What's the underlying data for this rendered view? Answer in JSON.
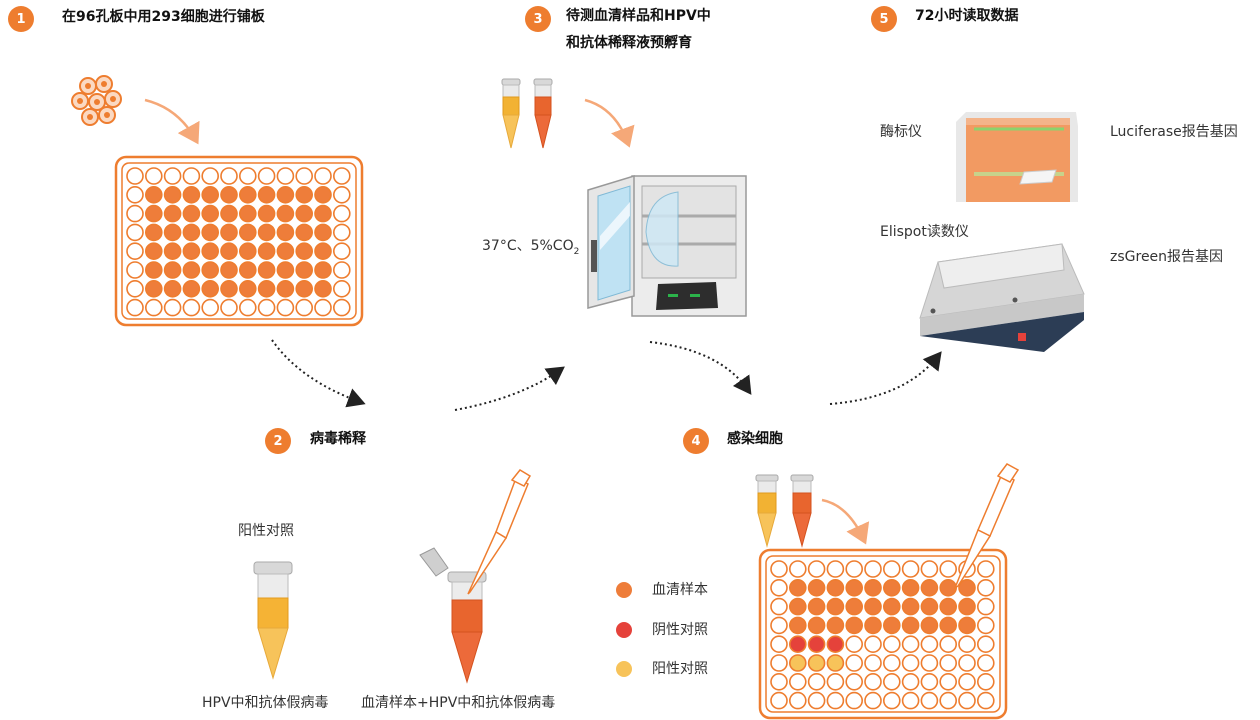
{
  "steps": [
    {
      "num": "1",
      "title": "在96孔板中用293细胞进行铺板"
    },
    {
      "num": "2",
      "title": "病毒稀释"
    },
    {
      "num": "3",
      "title_line1": "待测血清样品和HPV中",
      "title_line2": "和抗体稀释液预孵育"
    },
    {
      "num": "4",
      "title": "感染细胞"
    },
    {
      "num": "5",
      "title": "72小时读取数据"
    }
  ],
  "incubator": {
    "condition_prefix": "37°C、5%CO",
    "condition_sub": "2"
  },
  "readers": {
    "plate_reader": "酶标仪",
    "luciferase": "Luciferase报告基因",
    "elispot": "Elispot读数仪",
    "zsgreen": "zsGreen报告基因"
  },
  "dilution": {
    "positive_control": "阳性对照",
    "tube1_label": "HPV中和抗体假病毒",
    "tube2_label": "血清样本+HPV中和抗体假病毒"
  },
  "legend": [
    {
      "label": "血清样本",
      "color": "#ee7d3a"
    },
    {
      "label": "阴性对照",
      "color": "#e5423b"
    },
    {
      "label": "阳性对照",
      "color": "#f7c35a"
    }
  ],
  "colors": {
    "accent": "#ee7d2f",
    "well_orange": "#ee7d3a",
    "well_red": "#e5423b",
    "well_yellow": "#f7c35a",
    "arrow_peach": "#f5a878"
  }
}
